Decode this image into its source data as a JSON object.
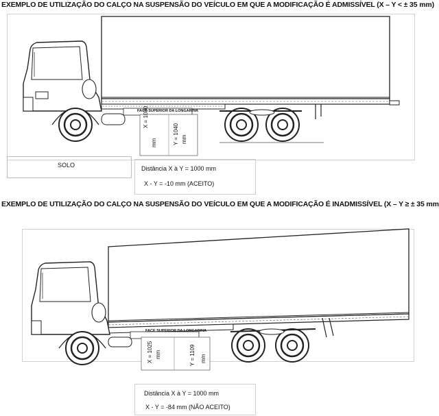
{
  "example1": {
    "title": "EXEMPLO DE UTILIZAÇÃO DO CALÇO NA SUSPENSÃO DO VEÍCULO EM QUE A MODIFICAÇÃO É ADMISSÍVEL (X – Y < ± 35 mm)",
    "rail_label": "FACE SUPERIOR DA LONGARINA",
    "measure_x": "X = 1030",
    "measure_x_unit": "mm",
    "measure_y": "Y = 1040",
    "measure_y_unit": "mm",
    "ground_label": "SOLO",
    "distance": "Distância X à Y = 1000 mm",
    "result": "X - Y = -10 mm (ACEITO)"
  },
  "example2": {
    "title": "EXEMPLO DE UTILIZAÇÃO DO CALÇO NA SUSPENSÃO DO VEÍCULO EM QUE A MODIFICAÇÃO É INADMISSÍVEL (X – Y ≥ ± 35 mm",
    "rail_label": "FACE SUPERIOR DA LONGARINA",
    "measure_x": "X = 1025",
    "measure_x_unit": "mm",
    "measure_y": "Y = 1109",
    "measure_y_unit": "mm",
    "distance": "Distância X à Y = 1000 mm",
    "result": "X - Y = -84 mm (NÃO ACEITO)"
  }
}
